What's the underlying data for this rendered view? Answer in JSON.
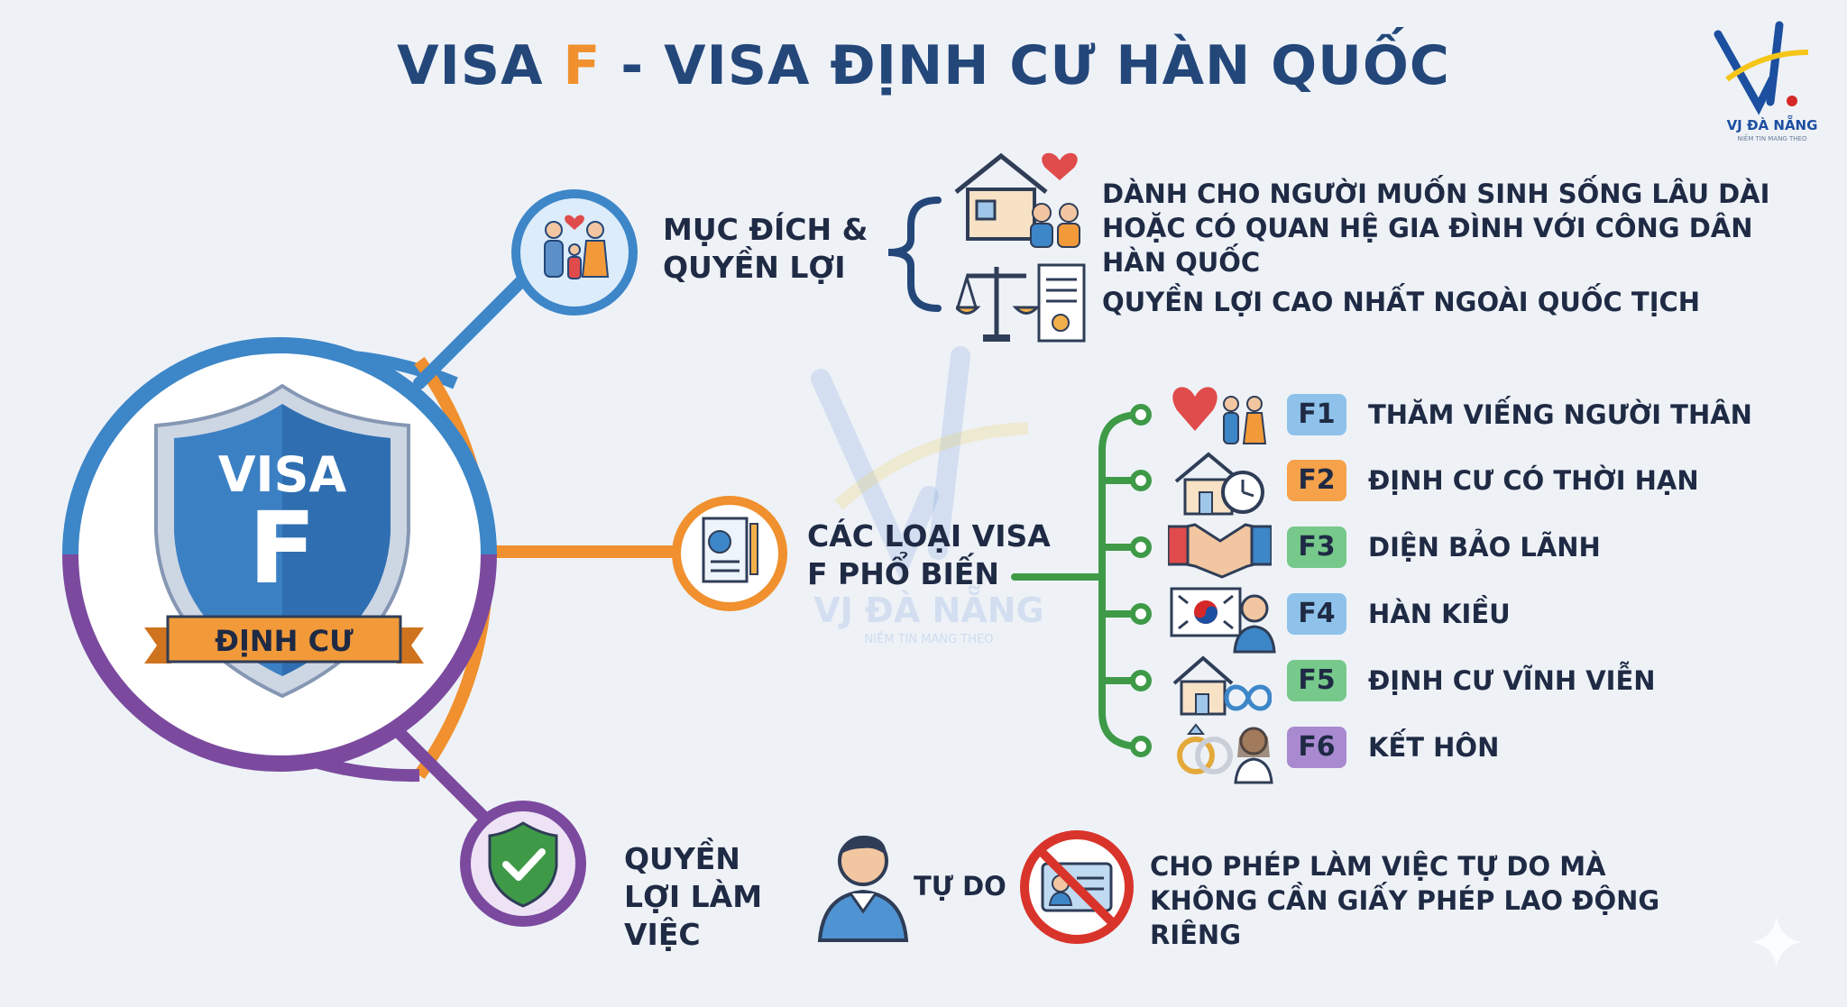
{
  "title": {
    "part1": "VISA ",
    "part2": "F",
    "part3": " - VISA ĐỊNH CƯ HÀN QUỐC"
  },
  "brand": {
    "name": "VJ ĐÀ NẴNG",
    "tagline": "NIỀM TIN MANG THEO"
  },
  "shield": {
    "line1": "VISA",
    "line2": "F",
    "ribbon": "ĐỊNH CƯ"
  },
  "branches": {
    "purpose": {
      "label": "MỤC ĐÍCH & QUYỀN LỢI",
      "items": [
        "DÀNH CHO NGƯỜI MUỐN SINH SỐNG LÂU DÀI HOẶC CÓ QUAN HỆ GIA ĐÌNH VỚI CÔNG DÂN HÀN QUỐC",
        "QUYỀN LỢI CAO NHẤT NGOÀI QUỐC TỊCH"
      ]
    },
    "types": {
      "label": "CÁC LOẠI VISA F PHỔ BIẾN",
      "items": [
        {
          "code": "F1",
          "name": "THĂM VIẾNG NGƯỜI THÂN",
          "color": "#8ec2ea"
        },
        {
          "code": "F2",
          "name": "ĐỊNH CƯ CÓ THỜI HẠN",
          "color": "#f5a24b"
        },
        {
          "code": "F3",
          "name": "DIỆN BẢO LÃNH",
          "color": "#76c98a"
        },
        {
          "code": "F4",
          "name": "HÀN KIỀU",
          "color": "#8ec2ea"
        },
        {
          "code": "F5",
          "name": "ĐỊNH CƯ VĨNH VIỄN",
          "color": "#76c98a"
        },
        {
          "code": "F6",
          "name": "KẾT HÔN",
          "color": "#a98ad0"
        }
      ]
    },
    "work": {
      "label": "QUYỀN LỢI LÀM VIỆC",
      "free": "TỰ DO",
      "desc": "CHO PHÉP LÀM VIỆC TỰ DO MÀ KHÔNG CẦN GIẤY PHÉP LAO ĐỘNG RIÊNG"
    }
  },
  "colors": {
    "blue": "#3d86c8",
    "orange": "#f0902e",
    "purple": "#7b4a9e",
    "green": "#3f9a48",
    "navy": "#24477a"
  }
}
